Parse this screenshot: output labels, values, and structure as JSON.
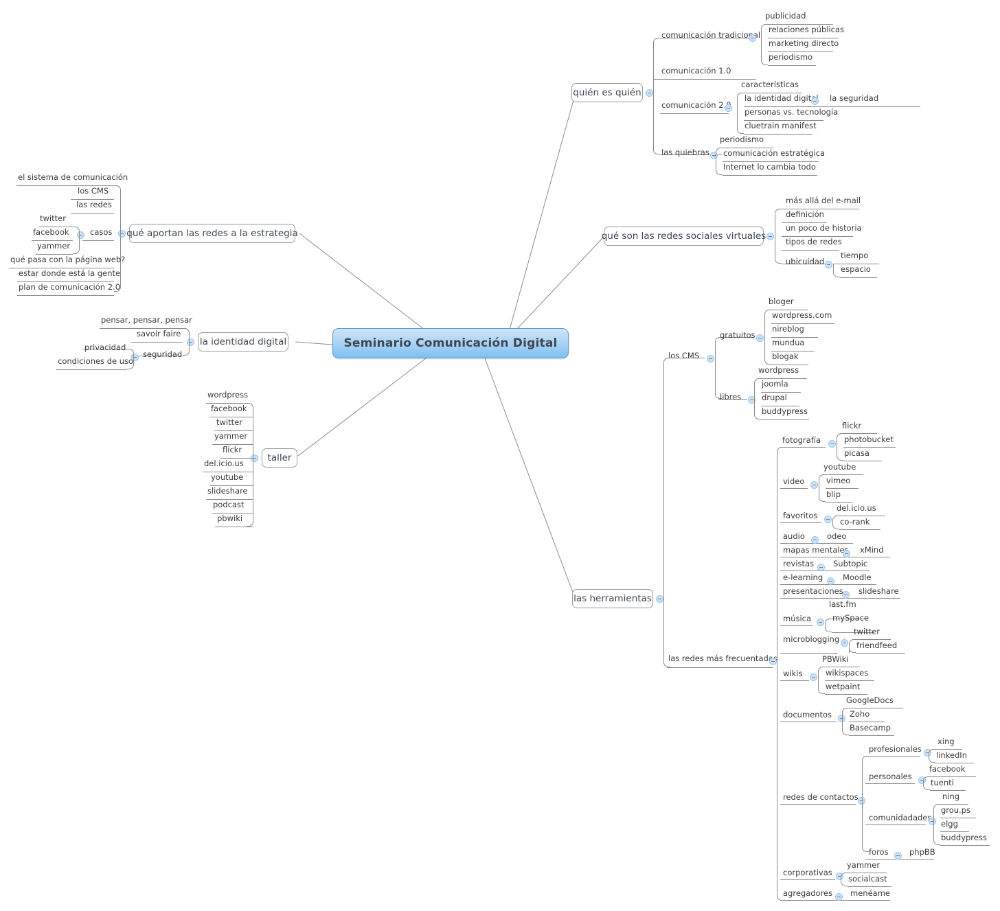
{
  "title": "Seminario Comunicación Digital",
  "root": {
    "label": "Seminario Comunicación Digital"
  },
  "icons": {
    "collapse": "collapse-minus-icon"
  },
  "colors": {
    "root_border": "#5b9bd5",
    "root_fill_top": "#cfe4f7",
    "root_fill_bottom": "#7ec0f2",
    "node_border": "#9a9a9a",
    "line": "#8a8a8a",
    "text": "#3d4753",
    "toggle_fill": "#cfe2f5",
    "toggle_border": "#9cc3e6",
    "background": "#ffffff"
  },
  "branches": {
    "quien_es_quien": {
      "label": "quién es quién",
      "children": [
        {
          "label": "comunicación tradicional",
          "children": [
            "publicidad",
            "relaciones públicas",
            "marketing directo",
            "periodismo"
          ]
        },
        {
          "label": "comunicación 1.0",
          "children": []
        },
        {
          "label": "comunicación 2.0",
          "children": [
            "características",
            "la identidad digital",
            "personas vs. tecnología",
            "cluetrain manifest"
          ],
          "grandchildren": {
            "la identidad digital": [
              "la seguridad"
            ]
          }
        },
        {
          "label": "las quiebras",
          "children": [
            "periodismo",
            "comunicación estratégica",
            "Internet lo cambia todo"
          ]
        }
      ]
    },
    "redes_sociales_virtuales": {
      "label": "qué son las redes sociales virtuales",
      "children": [
        {
          "label": "más allá del e-mail",
          "children": []
        },
        {
          "label": "definición",
          "children": []
        },
        {
          "label": "un poco de historia",
          "children": []
        },
        {
          "label": "tipos de redes",
          "children": []
        },
        {
          "label": "ubicuidad",
          "children": [
            "tiempo",
            "espacio"
          ]
        }
      ]
    },
    "que_aportan": {
      "label": "qué aportan las redes a la estrategia",
      "children": [
        {
          "label": "el sistema de comunicación",
          "children": []
        },
        {
          "label": "los CMS",
          "children": []
        },
        {
          "label": "las redes",
          "children": []
        },
        {
          "label": "casos",
          "children": [
            "twitter",
            "facebook",
            "yammer"
          ]
        },
        {
          "label": "qué pasa con la página web?",
          "children": []
        },
        {
          "label": "estar donde está la gente",
          "children": []
        },
        {
          "label": "plan de comunicación 2.0",
          "children": []
        }
      ]
    },
    "identidad_digital": {
      "label": "la identidad digital",
      "children": [
        {
          "label": "pensar, pensar, pensar",
          "children": []
        },
        {
          "label": "savoir faire",
          "children": []
        },
        {
          "label": "seguridad",
          "children": [
            "privacidad",
            "condiciones de uso"
          ]
        }
      ]
    },
    "taller": {
      "label": "taller",
      "children": [
        "wordpress",
        "facebook",
        "twitter",
        "yammer",
        "flickr",
        "del.icio.us",
        "youtube",
        "slideshare",
        "podcast",
        "pbwiki"
      ]
    },
    "herramientas": {
      "label": "las herramientas",
      "children": [
        {
          "label": "los CMS",
          "children": [
            {
              "label": "gratuitos",
              "children": [
                "bloger",
                "wordpress.com",
                "nireblog",
                "mundua",
                "blogak"
              ]
            },
            {
              "label": "libres",
              "children": [
                "wordpress",
                "joomla",
                "drupal",
                "buddypress"
              ]
            }
          ]
        },
        {
          "label": "las redes más frecuentadas",
          "children": [
            {
              "label": "fotografía",
              "children": [
                "flickr",
                "photobucket",
                "picasa"
              ]
            },
            {
              "label": "video",
              "children": [
                "youtube",
                "vimeo",
                "blip"
              ]
            },
            {
              "label": "favoritos",
              "children": [
                "del.icio.us",
                "co-rank"
              ]
            },
            {
              "label": "audio",
              "children": [
                "odeo"
              ]
            },
            {
              "label": "mapas mentales",
              "children": [
                "xMind"
              ]
            },
            {
              "label": "revistas",
              "children": [
                "Subtopic"
              ]
            },
            {
              "label": "e-learning",
              "children": [
                "Moodle"
              ]
            },
            {
              "label": "presentaciones",
              "children": [
                "slideshare"
              ]
            },
            {
              "label": "música",
              "children": [
                "last.fm",
                "mySpace"
              ]
            },
            {
              "label": "microblogging",
              "children": [
                "twitter",
                "friendfeed"
              ]
            },
            {
              "label": "wikis",
              "children": [
                "PBWiki",
                "wikispaces",
                "wetpaint"
              ]
            },
            {
              "label": "documentos",
              "children": [
                "GoogleDocs",
                "Zoho",
                "Basecamp"
              ]
            },
            {
              "label": "redes de contactos",
              "children": [
                {
                  "label": "profesionales",
                  "children": [
                    "xing",
                    "linkedIn"
                  ]
                },
                {
                  "label": "personales",
                  "children": [
                    "facebook",
                    "tuenti"
                  ]
                },
                {
                  "label": "comunidadades",
                  "children": [
                    "ning",
                    "grou.ps",
                    "elgg",
                    "buddypress"
                  ]
                },
                {
                  "label": "foros",
                  "children": [
                    "phpBB"
                  ]
                }
              ]
            },
            {
              "label": "corporativas",
              "children": [
                "yammer",
                "socialcast"
              ]
            },
            {
              "label": "agregadores",
              "children": [
                "menéame"
              ]
            }
          ]
        }
      ]
    }
  },
  "labels": {
    "quien_es_quien": "quién es quién",
    "comunicacion_tradicional": "comunicación tradicional",
    "publicidad": "publicidad",
    "relaciones_publicas": "relaciones públicas",
    "marketing_directo": "marketing directo",
    "periodismo": "periodismo",
    "comunicacion_10": "comunicación 1.0",
    "comunicacion_20": "comunicación 2.0",
    "caracteristicas": "características",
    "la_identidad_digital_c": "la identidad digital",
    "la_seguridad": "la seguridad",
    "personas_vs_tecnologia": "personas vs. tecnología",
    "cluetrain_manifest": "cluetrain manifest",
    "las_quiebras": "las quiebras",
    "periodismo2": "periodismo",
    "comunicacion_estrategica": "comunicación estratégica",
    "internet_lo_cambia_todo": "Internet lo cambia todo",
    "redes_sociales_virtuales": "qué son las redes sociales virtuales",
    "mas_alla_email": "más allá del e-mail",
    "definicion": "definición",
    "un_poco_historia": "un poco de historia",
    "tipos_de_redes": "tipos de redes",
    "ubicuidad": "ubicuidad",
    "tiempo": "tiempo",
    "espacio": "espacio",
    "que_aportan": "qué aportan las redes a la estrategia",
    "sistema_comunicacion": "el sistema de comunicación",
    "los_cms_l": "los CMS",
    "las_redes": "las redes",
    "casos": "casos",
    "twitter_l": "twitter",
    "facebook_l": "facebook",
    "yammer_l": "yammer",
    "que_pasa_web": "qué pasa con la página web?",
    "estar_donde": "estar donde está la gente",
    "plan_comunicacion": "plan de comunicación 2.0",
    "identidad_digital": "la identidad digital",
    "pensar": "pensar, pensar, pensar",
    "savoir_faire": "savoir faire",
    "seguridad": "seguridad",
    "privacidad": "privacidad",
    "condiciones_uso": "condiciones de uso",
    "taller": "taller",
    "t_wordpress": "wordpress",
    "t_facebook": "facebook",
    "t_twitter": "twitter",
    "t_yammer": "yammer",
    "t_flickr": "flickr",
    "t_delicious": "del.icio.us",
    "t_youtube": "youtube",
    "t_slideshare": "slideshare",
    "t_podcast": "podcast",
    "t_pbwiki": "pbwiki",
    "herramientas": "las herramientas",
    "los_cms": "los CMS",
    "gratuitos": "gratuitos",
    "bloger": "bloger",
    "wordpress_com": "wordpress.com",
    "nireblog": "nireblog",
    "mundua": "mundua",
    "blogak": "blogak",
    "libres": "libres",
    "wordpress": "wordpress",
    "joomla": "joomla",
    "drupal": "drupal",
    "buddypress": "buddypress",
    "redes_frecuentadas": "las redes más frecuentadas",
    "fotografia": "fotografía",
    "flickr": "flickr",
    "photobucket": "photobucket",
    "picasa": "picasa",
    "video": "video",
    "youtube": "youtube",
    "vimeo": "vimeo",
    "blip": "blip",
    "favoritos": "favoritos",
    "delicious": "del.icio.us",
    "corank": "co-rank",
    "audio": "audio",
    "odeo": "odeo",
    "mapas_mentales": "mapas mentales",
    "xmind": "xMind",
    "revistas": "revistas",
    "subtopic": "Subtopic",
    "elearning": "e-learning",
    "moodle": "Moodle",
    "presentaciones": "presentaciones",
    "slideshare": "slideshare",
    "musica": "música",
    "lastfm": "last.fm",
    "myspace": "mySpace",
    "microblogging": "microblogging",
    "twitter": "twitter",
    "friendfeed": "friendfeed",
    "wikis": "wikis",
    "pbwiki": "PBWiki",
    "wikispaces": "wikispaces",
    "wetpaint": "wetpaint",
    "documentos": "documentos",
    "googledocs": "GoogleDocs",
    "zoho": "Zoho",
    "basecamp": "Basecamp",
    "redes_contactos": "redes de contactos",
    "profesionales": "profesionales",
    "xing": "xing",
    "linkedin": "linkedIn",
    "personales": "personales",
    "facebook": "facebook",
    "tuenti": "tuenti",
    "comunidadades": "comunidadades",
    "ning": "ning",
    "groups": "grou.ps",
    "elgg": "elgg",
    "buddypress2": "buddypress",
    "foros": "foros",
    "phpbb": "phpBB",
    "corporativas": "corporativas",
    "yammer": "yammer",
    "socialcast": "socialcast",
    "agregadores": "agregadores",
    "meneame": "menéame"
  }
}
